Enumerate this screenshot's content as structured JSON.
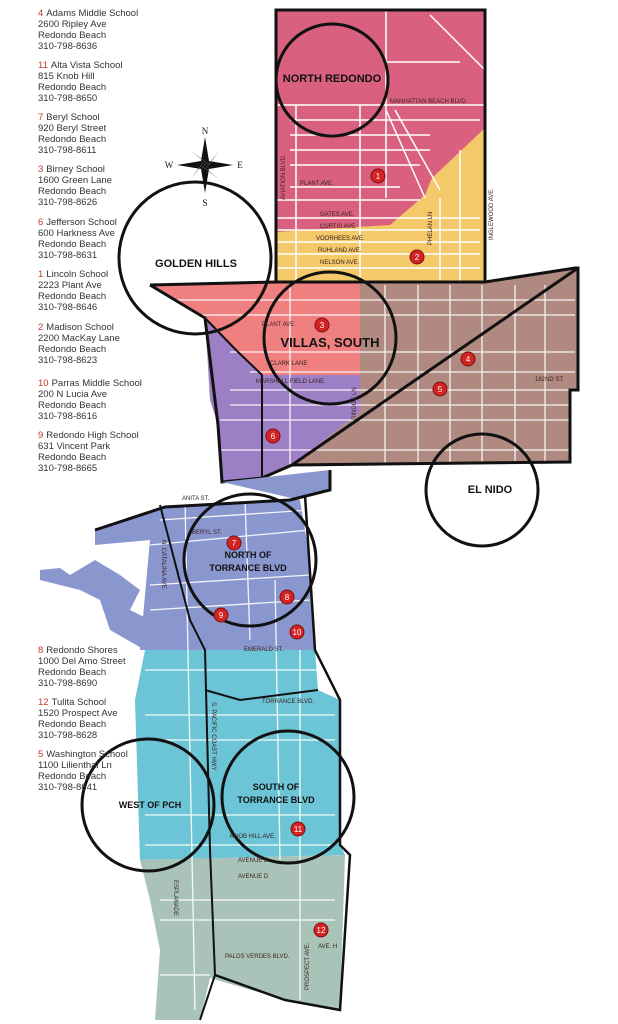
{
  "schools": [
    {
      "num": "4",
      "name": "Adams Middle School",
      "address": "2600 Ripley Ave",
      "city": "Redondo Beach",
      "phone": "310-798-8636"
    },
    {
      "num": "11",
      "name": "Alta Vista School",
      "address": "815 Knob Hill",
      "city": "Redondo Beach",
      "phone": "310-798-8650"
    },
    {
      "num": "7",
      "name": "Beryl School",
      "address": "920 Beryl Street",
      "city": "Redondo Beach",
      "phone": "310-798-8611"
    },
    {
      "num": "3",
      "name": "Birney School",
      "address": "1600 Green Lane",
      "city": "Redondo Beach",
      "phone": "310-798-8626"
    },
    {
      "num": "6",
      "name": "Jefferson School",
      "address": "600 Harkness Ave",
      "city": "Redondo Beach",
      "phone": "310-798-8631"
    },
    {
      "num": "1",
      "name": "Lincoln School",
      "address": "2223 Plant Ave",
      "city": "Redondo Beach",
      "phone": "310-798-8646"
    },
    {
      "num": "2",
      "name": "Madison School",
      "address": "2200 MacKay Lane",
      "city": "Redondo Beach",
      "phone": "310-798-8623"
    },
    {
      "num": "10",
      "name": "Parras Middle School",
      "address": "200 N Lucia Ave",
      "city": "Redondo Beach",
      "phone": "310-798-8616"
    },
    {
      "num": "9",
      "name": "Redondo High School",
      "address": "631 Vincent Park",
      "city": "Redondo Beach",
      "phone": "310-798-8665"
    },
    {
      "num": "8",
      "name": "Redondo Shores",
      "address": "1000 Del Amo Street",
      "city": "Redondo Beach",
      "phone": "310-798-8690"
    },
    {
      "num": "12",
      "name": "Tulita School",
      "address": "1520 Prospect Ave",
      "city": "Redondo Beach",
      "phone": "310-798-8628"
    },
    {
      "num": "5",
      "name": "Washington School",
      "address": "1100 Lilienthal Ln",
      "city": "Redondo Beach",
      "phone": "310-798-8641"
    }
  ],
  "zones": {
    "north_redondo": "NORTH REDONDO",
    "golden_hills": "GOLDEN HILLS",
    "villas_south": "VILLAS, SOUTH",
    "el_nido": "EL NIDO",
    "north_torrance_1": "NORTH OF",
    "north_torrance_2": "TORRANCE BLVD",
    "west_pch": "WEST OF PCH",
    "south_torrance_1": "SOUTH OF",
    "south_torrance_2": "TORRANCE BLVD"
  },
  "streets": {
    "aviation": "AVIATION BLVD.",
    "manhattan": "MANHATTAN BEACH BLVD.",
    "plant_n": "PLANT AVE.",
    "gates": "GATES AVE.",
    "curtis": "CURTIS AVE.",
    "voorhees": "VOORHEES AVE.",
    "ruhland": "RUHLAND AVE.",
    "nelson": "NELSON AVE.",
    "inglewood": "INGLEWOOD AVE.",
    "phelan": "PHELAN LN",
    "plant_s": "PLANT AVE.",
    "clark": "CLARK LANE",
    "marshall": "MARSHALL FIELD LANE",
    "pinque": "RINDGE LN",
    "st182": "182ND ST.",
    "anita": "ANITA ST.",
    "beryl": "BERYL ST.",
    "emerald": "EMERALD ST.",
    "torrance": "TORRANCE BLVD.",
    "pch": "S. PACIFIC COAST HWY",
    "catalina": "N. CATALINA AVE.",
    "knob_hill": "KNOB HILL AVE.",
    "avenue_b": "AVENUE B",
    "avenue_d": "AVENUE D",
    "palos_verdes": "PALOS VERDES BLVD.",
    "prospect": "PROSPECT AVE.",
    "esplanade": "ESPLANADE",
    "ave_h": "AVE. H"
  },
  "markers": [
    "1",
    "2",
    "3",
    "4",
    "5",
    "6",
    "7",
    "8",
    "9",
    "10",
    "11",
    "12"
  ],
  "compass": {
    "n": "N",
    "s": "S",
    "e": "E",
    "w": "W"
  },
  "colors": {
    "north_redondo": "#d9607f",
    "madison": "#f4c96a",
    "villas": "#f08080",
    "jefferson": "#9c7fc4",
    "brown": "#b08a80",
    "north_torrance": "#8a97cf",
    "west_pch": "#6cc5d6",
    "south": "#a9c3b8",
    "marker": "#d42323"
  }
}
